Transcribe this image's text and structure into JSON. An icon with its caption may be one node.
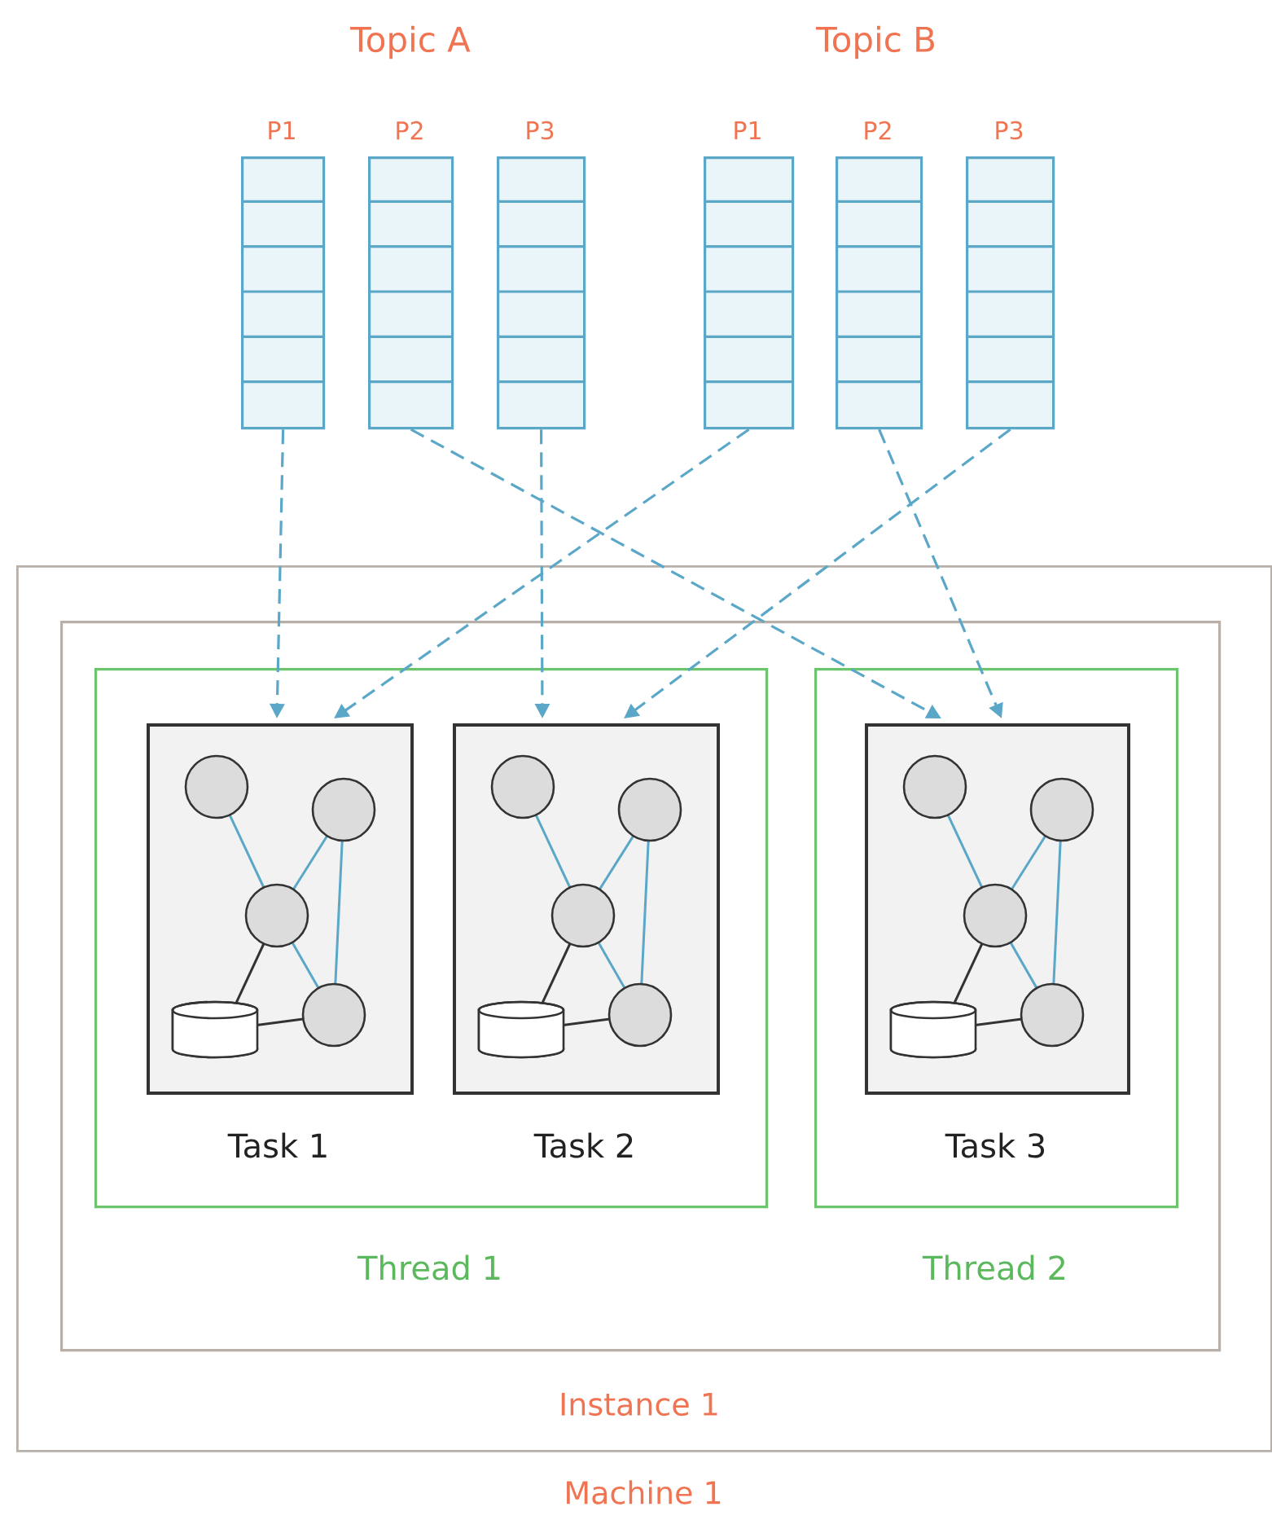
{
  "diagram": {
    "nodes": [
      {
        "text": [
          "P1"
        ]
      },
      {
        "text": [
          "P2"
        ]
      },
      {
        "text": [
          "P3"
        ]
      },
      {
        "text": [
          "P1"
        ]
      },
      {
        "text": [
          "P2"
        ]
      },
      {
        "text": [
          "P3"
        ]
      },
      {
        "text": [
          "Machine 1"
        ]
      },
      {
        "text": [
          "Instance 1"
        ],
        "in": 6
      },
      {
        "text": [
          "Thread 1"
        ],
        "in": 7
      },
      {
        "text": [
          "Task 1"
        ],
        "in": 8
      },
      {
        "text": [
          "Task 2"
        ],
        "in": 8
      },
      {
        "text": [
          "Thread 2"
        ],
        "in": 7
      },
      {
        "text": [
          "Task 3"
        ],
        "in": 11
      }
    ],
    "edges": [
      {
        "from": 0,
        "to": 9,
        "arrow": "to",
        "style": "dashed"
      },
      {
        "from": 1,
        "to": 12,
        "arrow": "to",
        "style": "dashed"
      },
      {
        "from": 2,
        "to": 10,
        "arrow": "to",
        "style": "dashed"
      },
      {
        "from": 3,
        "to": 9,
        "arrow": "to",
        "style": "dashed"
      },
      {
        "from": 4,
        "to": 12,
        "arrow": "to",
        "style": "dashed"
      },
      {
        "from": 5,
        "to": 10,
        "arrow": "to",
        "style": "dashed"
      }
    ],
    "labels": [
      "Topic A",
      "Topic B"
    ]
  }
}
